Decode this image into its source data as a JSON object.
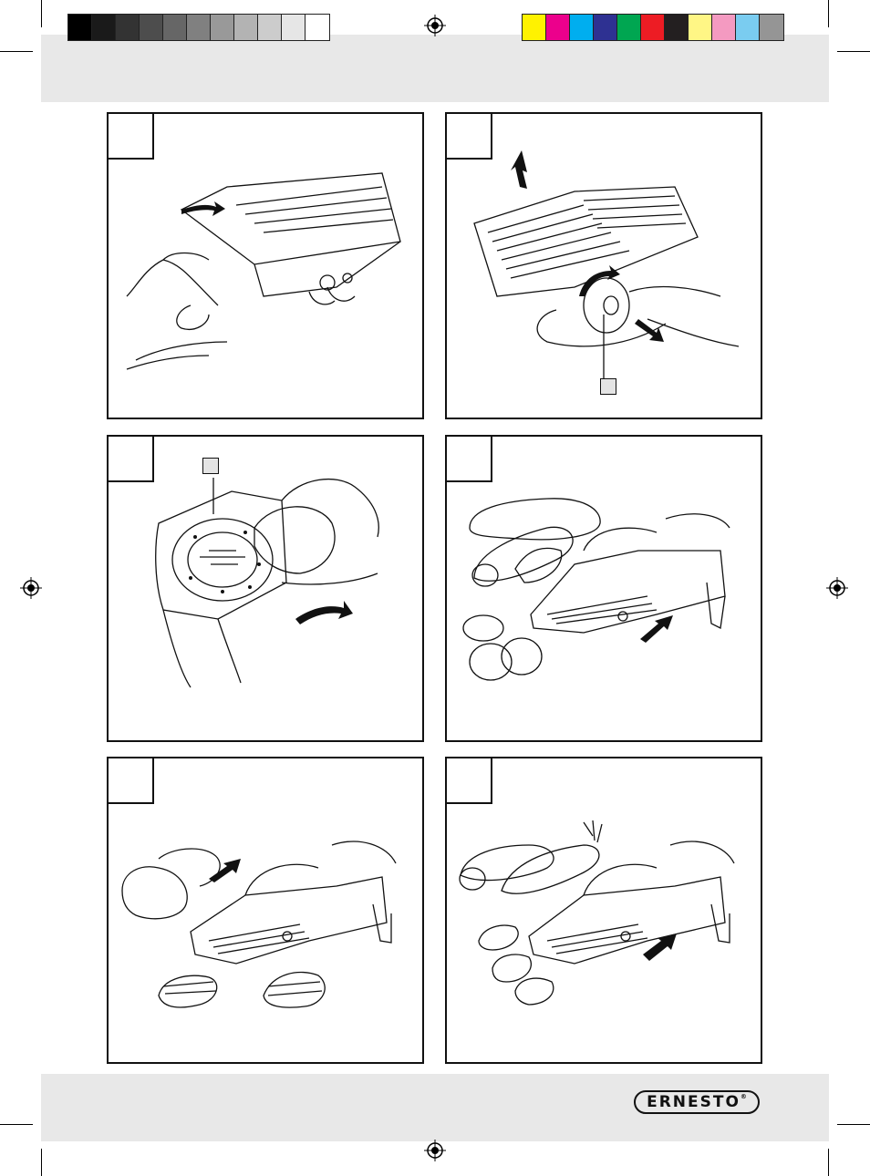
{
  "header": {
    "grayscale_swatches": [
      "#000000",
      "#1a1a1a",
      "#333333",
      "#4d4d4d",
      "#666666",
      "#808080",
      "#999999",
      "#b3b3b3",
      "#cccccc",
      "#e6e6e6",
      "#ffffff"
    ],
    "color_swatches": [
      "#fff200",
      "#ec008c",
      "#00aeef",
      "#2e3192",
      "#00a651",
      "#ed1c24",
      "#231f20",
      "#fff685",
      "#f49ac1",
      "#7accf0",
      "#959595"
    ]
  },
  "panels": [
    {
      "id": "p1",
      "label_box": false,
      "icon": "slicer-insert-blade-icon"
    },
    {
      "id": "p2",
      "label_box": true,
      "icon": "slicer-adjust-dial-icon"
    },
    {
      "id": "p3",
      "label_box": true,
      "icon": "food-holder-icon"
    },
    {
      "id": "p4",
      "label_box": false,
      "icon": "slicing-cucumber-icon"
    },
    {
      "id": "p5",
      "label_box": false,
      "icon": "julienne-potato-icon"
    },
    {
      "id": "p6",
      "label_box": false,
      "icon": "waffle-cut-vegetables-icon"
    }
  ],
  "footer": {
    "brand": "ERNESTO",
    "brand_mark": "®"
  }
}
